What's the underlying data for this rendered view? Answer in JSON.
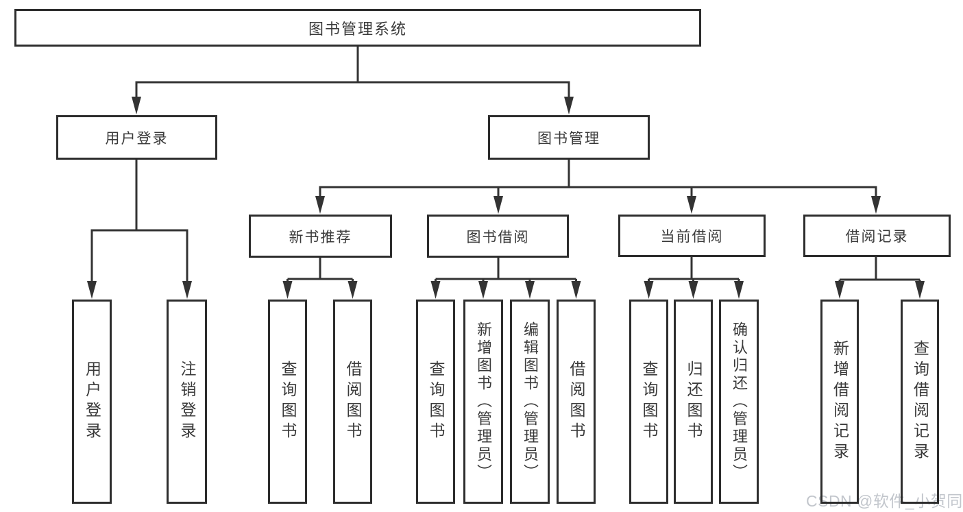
{
  "title": "图书管理系统",
  "nodes": {
    "user_login": "用户登录",
    "book_mgmt": "图书管理",
    "new_book": "新书推荐",
    "book_borrow": "图书借阅",
    "current_borrow": "当前借阅",
    "borrow_record": "借阅记录"
  },
  "leaves": {
    "user_login_leaf": "用户登录",
    "logout": "注销登录",
    "nb_query": "查询图书",
    "nb_borrow": "借阅图书",
    "bb_query": "查询图书",
    "bb_add": "新增图书（管理员）",
    "bb_edit": "编辑图书（管理员）",
    "bb_borrow": "借阅图书",
    "cb_query": "查询图书",
    "cb_return": "归还图书",
    "cb_confirm": "确认归还（管理员）",
    "br_add": "新增借阅记录",
    "br_query": "查询借阅记录"
  },
  "watermark": "CSDN @软件_小贺同学",
  "colors": {
    "line": "#333333",
    "border": "#2d2d2d",
    "text": "#3a3a3a",
    "watermark": "#c2c6cc",
    "background": "#ffffff"
  }
}
